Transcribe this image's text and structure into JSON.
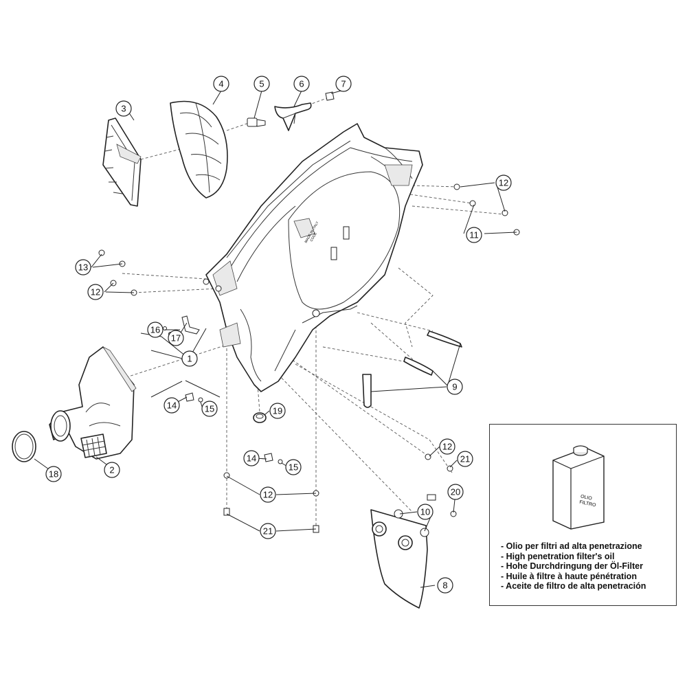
{
  "callouts": {
    "n1": "1",
    "n2": "2",
    "n3": "3",
    "n4": "4",
    "n5": "5",
    "n6": "6",
    "n7": "7",
    "n8": "8",
    "n9": "9",
    "n10": "10",
    "n11": "11",
    "n12": "12",
    "n13": "13",
    "n14": "14",
    "n15": "15",
    "n16": "16",
    "n17": "17",
    "n18": "18",
    "n19": "19",
    "n20": "20",
    "n21": "21"
  },
  "note": {
    "can_label_line1": "OLIO",
    "can_label_line2": "FILTRO",
    "lines": [
      "- Olio per filtri ad alta penetrazione",
      "- High penetration filter's oil",
      "- Hohe Durchdringung der Öl-Filter",
      "- Huile à filtre à haute pénétration",
      "- Aceite de filtro de alta penetración"
    ]
  },
  "airbox_mark": {
    "line1": "MADE IN ITALY",
    "line2": "CODE"
  }
}
